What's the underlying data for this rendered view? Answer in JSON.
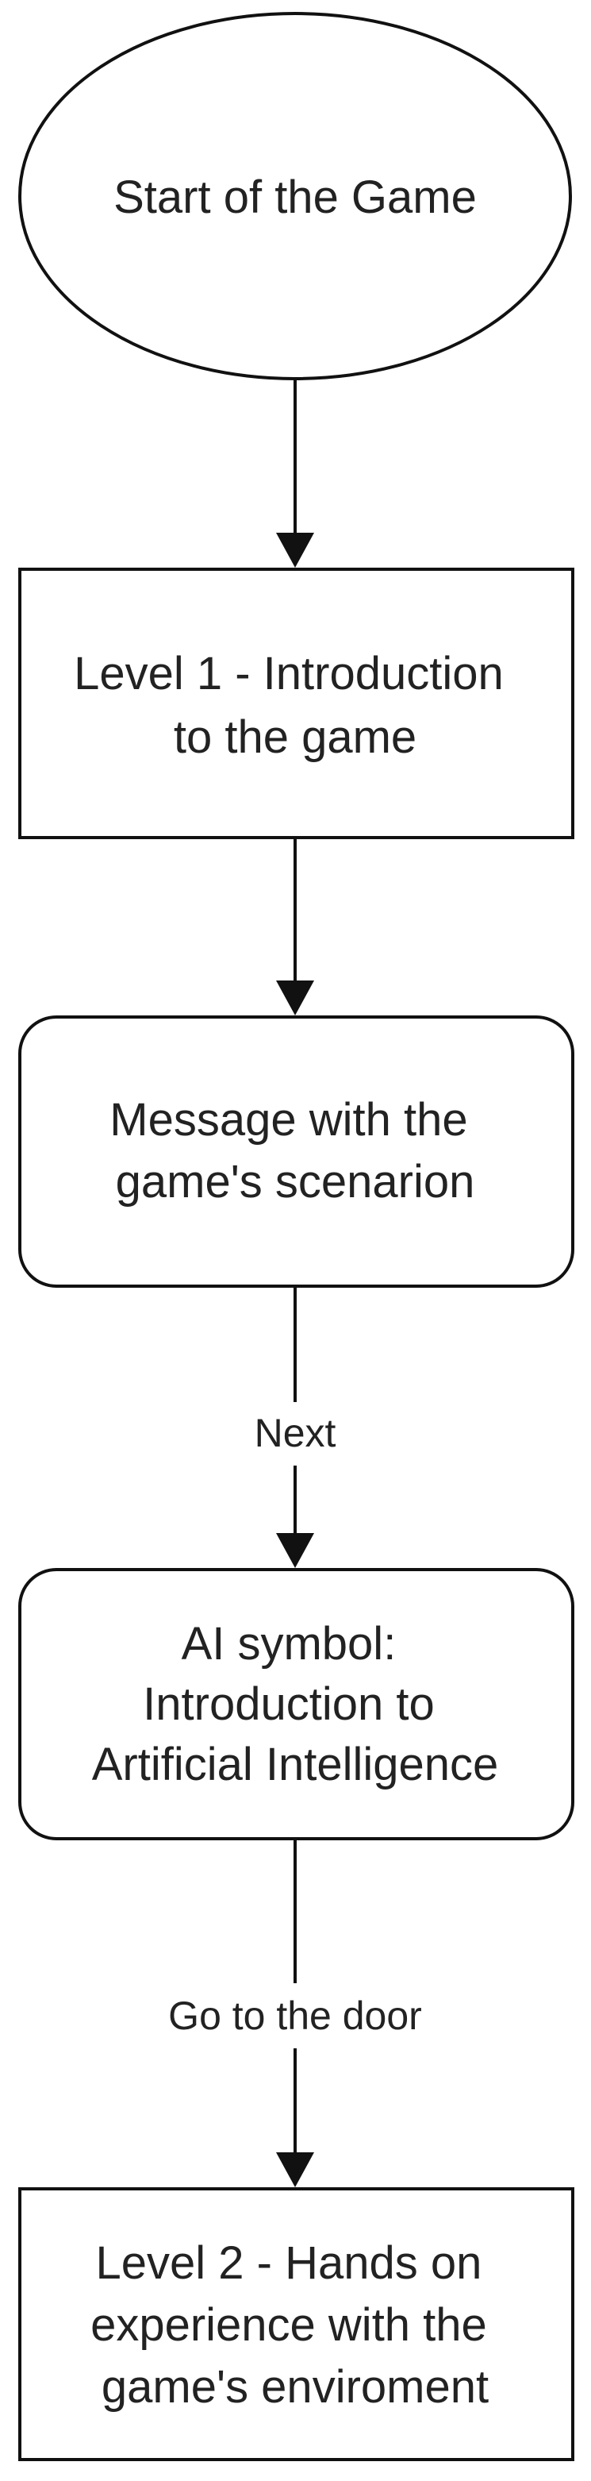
{
  "diagram": {
    "type": "flowchart",
    "nodes": [
      {
        "id": "start",
        "shape": "ellipse",
        "lines": [
          "Start of the Game"
        ]
      },
      {
        "id": "level1",
        "shape": "rectangle",
        "lines": [
          "Level 1 - Introduction",
          "to the game"
        ]
      },
      {
        "id": "message",
        "shape": "rounded-rectangle",
        "lines": [
          "Message with the",
          "game's scenarion"
        ]
      },
      {
        "id": "ai-symbol",
        "shape": "rounded-rectangle",
        "lines": [
          "AI symbol:",
          "Introduction to",
          "Artificial Intelligence"
        ]
      },
      {
        "id": "level2",
        "shape": "rectangle",
        "lines": [
          "Level 2 - Hands on",
          "experience with the",
          "game's enviroment"
        ]
      }
    ],
    "edges": [
      {
        "from": "start",
        "to": "level1",
        "label": ""
      },
      {
        "from": "level1",
        "to": "message",
        "label": ""
      },
      {
        "from": "message",
        "to": "ai-symbol",
        "label": "Next"
      },
      {
        "from": "ai-symbol",
        "to": "level2",
        "label": "Go to the door"
      }
    ]
  },
  "colors": {
    "background": "#ffffff",
    "stroke": "#111111",
    "text": "#222222"
  }
}
